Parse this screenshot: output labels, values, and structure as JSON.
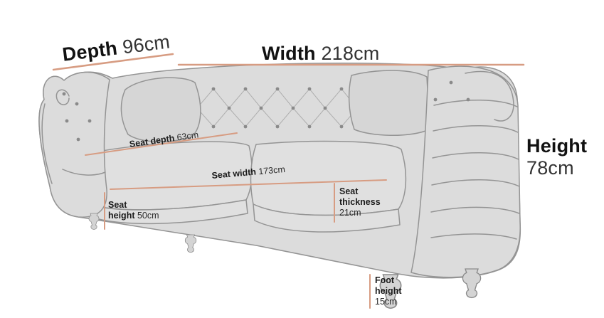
{
  "colors": {
    "measurement_line": "#d79c82",
    "sofa_fill": "#dcdcdc",
    "sofa_outline": "#949494",
    "label_text": "#1c1c1c"
  },
  "measurements": {
    "depth": {
      "label": "Depth",
      "value": "96cm"
    },
    "width": {
      "label": "Width",
      "value": "218cm"
    },
    "height": {
      "label": "Height",
      "value": "78cm"
    },
    "seat_depth": {
      "label": "Seat depth",
      "value": "63cm"
    },
    "seat_width": {
      "label": "Seat width",
      "value": "173cm"
    },
    "seat_height": {
      "word1": "Seat",
      "word2": "height",
      "value": "50cm"
    },
    "seat_thickness": {
      "word1": "Seat",
      "word2": "thickness",
      "value": "21cm"
    },
    "foot_height": {
      "word1": "Foot",
      "word2": "height",
      "value": "15cm"
    }
  }
}
